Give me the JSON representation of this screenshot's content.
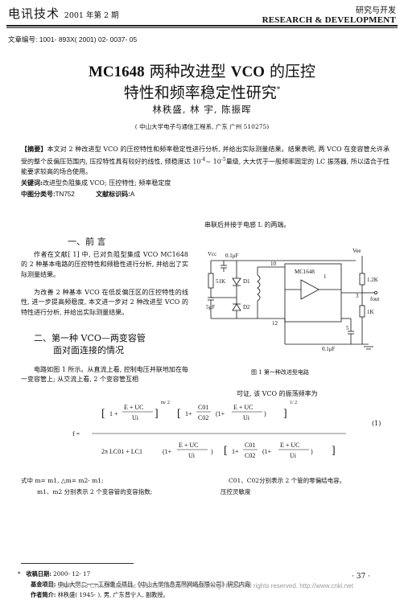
{
  "header": {
    "journal": "电讯技术",
    "issue": "2001 年第 2 期",
    "column_cn": "研究与开发",
    "column_en": "RESEARCH & DEVELOPMENT"
  },
  "article_number": "文章编号: 1001- 893X( 2001) 02- 0037- 05",
  "title": {
    "line1_code": "MC1648",
    "line1_mid": " 两种改进型 ",
    "line1_vco": "VCO",
    "line1_rest": " 的压控",
    "line2": "特性和频率稳定性研究",
    "mark": "*"
  },
  "authors": "林秩盛,  林   宇,  陈振晖",
  "affiliation": "( 中山大学电子与通信工程系, 广东 广州 510275)",
  "abstract": {
    "label": "【摘要】",
    "text": "本文对 2 种改进型 VCO 的压控特性和频率稳定性进行分析, 并给出实际测量结果。结果表明, 两 VCO 在变容管允许承受的整个反偏压范围内, 压控特性具有较好的线性, 频稳度达 10",
    "exp1": "-4",
    "mid": "~ 10",
    "exp2": "-5",
    "tail": "量级, 大大优于一般频率固定的 LC 振荡器, 所以适合于性能要求较高的场合使用。"
  },
  "keywords": {
    "label": "关键词:",
    "text": "改进型负阻集成 VCO; 压控特性; 频率稳定度"
  },
  "classification": {
    "label": "中图分类号:",
    "value": "TN752",
    "doc_label": "文献标识码:",
    "doc_value": "A"
  },
  "left_col": {
    "sec1": "一、前       言",
    "p1": "作者在文献[ 1] 中, 已对负阻型集成 VCO MC1648 的 2 种基本电路的压控特性和频稳性进行分析, 并给出了实际测量结果。",
    "p2": "为改善 2 种基本 VCO 在低反偏压区的压控特性的线性, 进一步提高频稳度, 本文进一步对 2 种改进型 VCO 的特性进行分析, 并给出实际测量结果。",
    "sec2_l1": "二、第一种 VCO—两变容管",
    "sec2_l2": "面对面连接的情况",
    "p3": "电路如图 1 所示。从直流上看, 控制电压并联地加在每一变容管上; 从交流上看, 2 个变容管互相"
  },
  "right_col": {
    "top": "串联后并接于电感 L 的两端。",
    "fig_caption": "图 1    第一种改进型电路",
    "intro": "可证, 该 VCO 的振荡频率为",
    "eq_number": "(1)",
    "cont1": "C01、C02分别表示 2 个管的零偏结电容。",
    "cont2": "压控灵敏度"
  },
  "circuit_labels": {
    "vcc": "Vcc",
    "cap1": "0.1μF",
    "r51": "51K",
    "c5": "5μF",
    "d1": "D1",
    "d2": "D2",
    "chip": "MC1648",
    "pin10": "10",
    "pin12": "12",
    "pin1": "1",
    "pin3": "3",
    "pin5": "5",
    "r12": "1.2K",
    "r1": "1K",
    "fout": "fout",
    "cap2": "0.1μF",
    "vee": "Vee"
  },
  "formula_text": {
    "f": "f =",
    "one": "1 +",
    "eu": "E + UC",
    "ui": "Ui",
    "c01": "C01",
    "c02": "C02",
    "m2": "m/ 2",
    "lc": "2π LC01 + LC1",
    "exp": "1/ 2"
  },
  "where_text": {
    "l1": "式中    m= m1,  △m= m2- m1;",
    "l2": "m1、m2 分别表示 2 个变容管的变容指数;"
  },
  "footnote": {
    "star": "*",
    "received_label": "收稿日期:",
    "received": "2000- 12- 17",
    "fund_label": "基金项目:",
    "fund": "中山大学二一一工程重点项目,《中山大学信息宽带网络有限公司》研究内容",
    "bio_label": "作者简介:",
    "bio": "林秩盛( 1945- ), 男, 广东普宁人, 副教授。"
  },
  "page_number": "· 37 ·",
  "copyright": "© 1994-2013 China Academic Journal Electronic Publishing House. All rights reserved.    http://www.cnki.net"
}
